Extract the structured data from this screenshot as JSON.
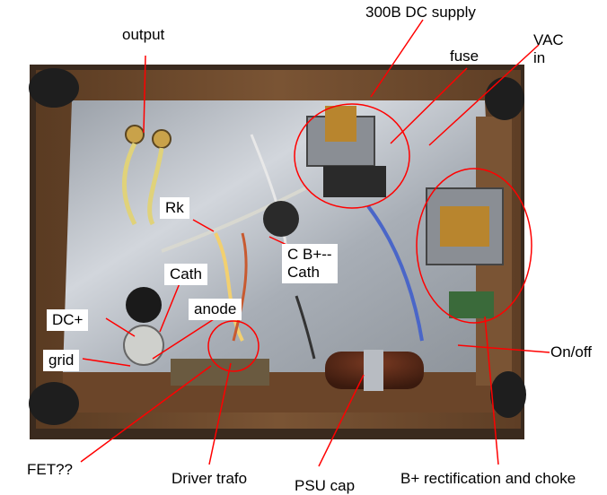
{
  "labels": {
    "supply_300b": "300B DC supply",
    "output": "output",
    "fuse": "fuse",
    "vac_in": "VAC\nin",
    "rk": "Rk",
    "cb_cath": "C B+--\nCath",
    "cath": "Cath",
    "anode": "anode",
    "dc_plus": "DC+",
    "grid": "grid",
    "on_off": "On/off",
    "fet": "FET??",
    "driver_trafo": "Driver trafo",
    "psu_cap": "PSU cap",
    "rectification": "B+ rectification and choke"
  },
  "colors": {
    "leader_line": "#ff0000",
    "highlight_circle": "#ff0000",
    "chassis_wood": "#6b4a2c",
    "chassis_metal": "#b8bcc2"
  }
}
